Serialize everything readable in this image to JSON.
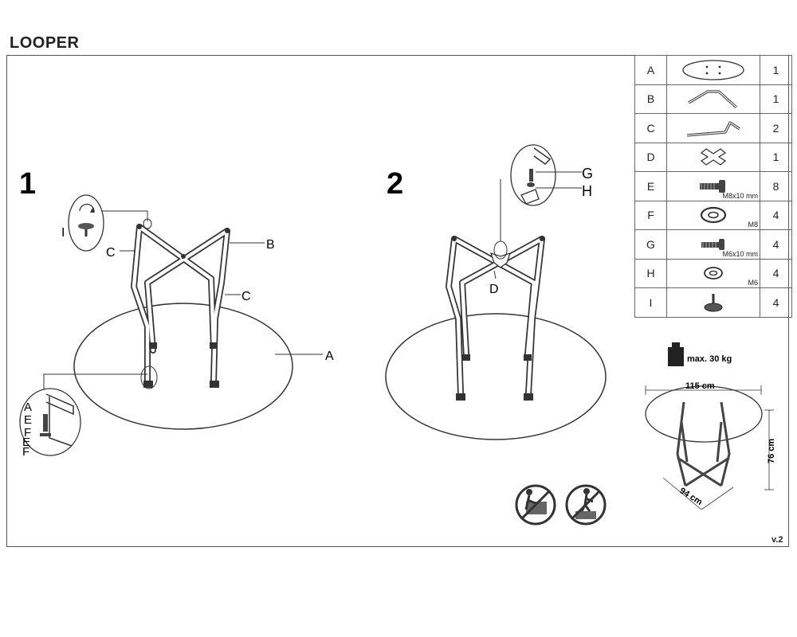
{
  "title": "LOOPER",
  "version": "v.2",
  "steps": [
    "1",
    "2"
  ],
  "callouts": {
    "step1": {
      "A": "A",
      "B": "B",
      "C_left": "C",
      "C_right": "C",
      "I": "I",
      "zoom_A": "A",
      "zoom_E": "E",
      "zoom_F": "F",
      "zoom_E2": "E",
      "zoom_F2": "F"
    },
    "step2": {
      "D": "D",
      "G": "G",
      "H": "H"
    }
  },
  "parts": [
    {
      "letter": "A",
      "icon": "round-glass-top-icon",
      "sub": "",
      "qty": "1"
    },
    {
      "letter": "B",
      "icon": "bent-leg-frame-icon",
      "sub": "",
      "qty": "1"
    },
    {
      "letter": "C",
      "icon": "straight-leg-bar-icon",
      "sub": "",
      "qty": "2"
    },
    {
      "letter": "D",
      "icon": "cross-connector-icon",
      "sub": "",
      "qty": "1"
    },
    {
      "letter": "E",
      "icon": "bolt-icon",
      "sub": "M8x10 mm",
      "qty": "8"
    },
    {
      "letter": "F",
      "icon": "washer-icon",
      "sub": "M8",
      "qty": "4"
    },
    {
      "letter": "G",
      "icon": "bolt-icon",
      "sub": "M6x10 mm",
      "qty": "4"
    },
    {
      "letter": "H",
      "icon": "washer-icon",
      "sub": "M6",
      "qty": "4"
    },
    {
      "letter": "I",
      "icon": "leveling-foot-icon",
      "sub": "",
      "qty": "4"
    }
  ],
  "max_load": "max. 30 kg",
  "dimensions": {
    "top_width": "115 cm",
    "height": "76 cm",
    "base_width": "94 cm"
  },
  "warnings": [
    "no-two-person-carry-icon",
    "no-standing-on-table-icon"
  ]
}
